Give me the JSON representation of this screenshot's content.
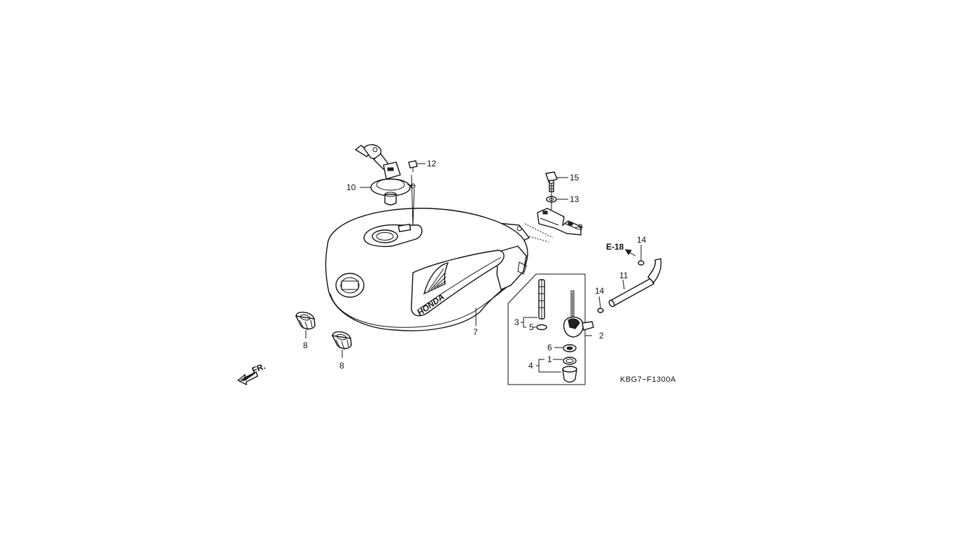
{
  "diagram": {
    "callouts": {
      "c1": "1",
      "c2": "2",
      "c3": "3",
      "c4": "4",
      "c5": "5",
      "c6": "6",
      "c7": "7",
      "c8a": "8",
      "c8b": "8",
      "c9": "9",
      "c10": "10",
      "c11": "11",
      "c12": "12",
      "c13": "13",
      "c14a": "14",
      "c14b": "14",
      "c15": "15"
    },
    "reference": "E-18",
    "front_label": "FR.",
    "brand": "HONDA",
    "drawing_code": "KBG7−F1300A"
  }
}
